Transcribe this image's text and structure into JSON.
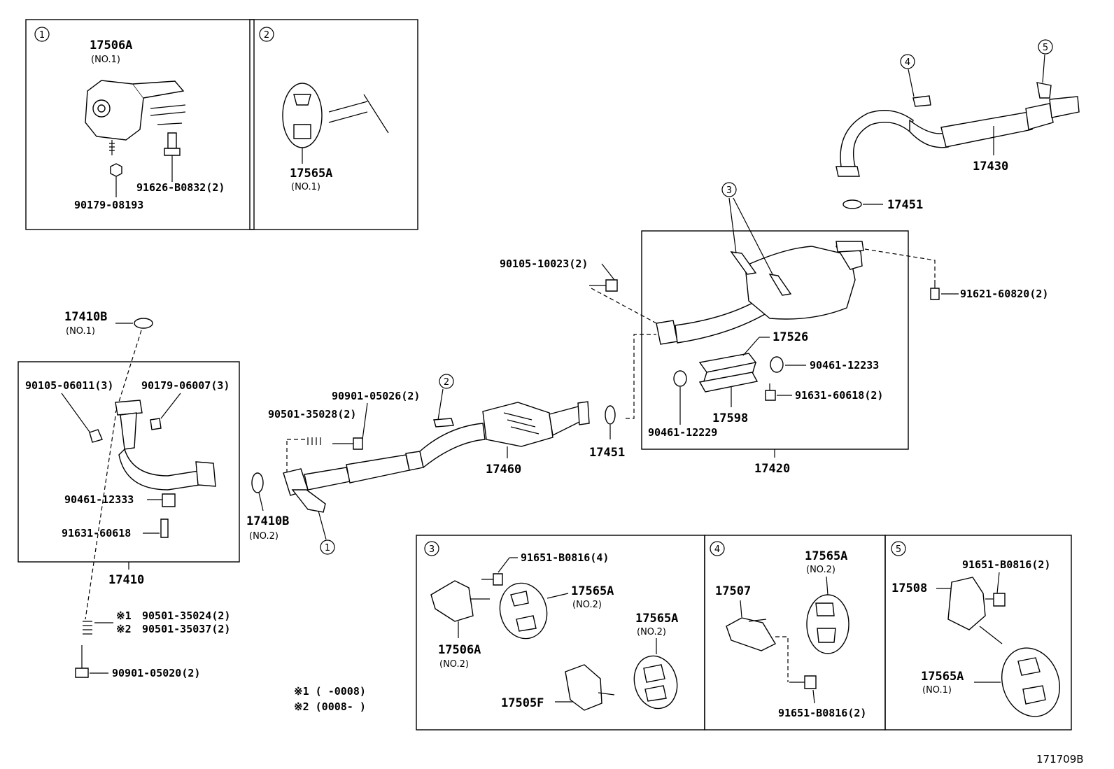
{
  "diagram_id": "171709B",
  "boxes": {
    "b1": {
      "ref": "1",
      "part": "17506A",
      "sub": "(NO.1)",
      "screw": "91626-B0832(2)",
      "nut": "90179-08193"
    },
    "b2": {
      "ref": "2",
      "part": "17565A",
      "sub": "(NO.1)"
    },
    "b3": {
      "ref": "3",
      "bolt": "91651-B0816(4)",
      "part_a": "17565A",
      "part_a_sub": "(NO.2)",
      "bracket": "17506A",
      "bracket_sub": "(NO.2)",
      "part_b": "17565A",
      "part_b_sub": "(NO.2)",
      "bracket2": "17505F"
    },
    "b4": {
      "ref": "4",
      "bracket": "17507",
      "part": "17565A",
      "part_sub": "(NO.2)",
      "bolt": "91651-B0816(2)"
    },
    "b5": {
      "ref": "5",
      "bracket": "17508",
      "bolt": "91651-B0816(2)",
      "part": "17565A",
      "part_sub": "(NO.1)"
    }
  },
  "front_pipe": {
    "assembly": "17410",
    "gasket_top": "17410B",
    "gasket_top_sub": "(NO.1)",
    "bolt": "90105-06011(3)",
    "nut": "90179-06007(3)",
    "clamp": "90461-12333",
    "screw": "91631-60618",
    "spring1_mark": "※1",
    "spring1": "90501-35024(2)",
    "spring2_mark": "※2",
    "spring2": "90501-35037(2)",
    "stud": "90901-05020(2)",
    "note1": "※1 (      -0008)",
    "note2": "※2 (0008-      )"
  },
  "center_pipe": {
    "part": "17460",
    "gasket": "17410B",
    "gasket_sub": "(NO.2)",
    "spring": "90501-35028(2)",
    "bolt": "90901-05026(2)",
    "ref_hanger": "2",
    "ref_bracket": "1"
  },
  "tail_pipe": {
    "assembly": "17420",
    "gasket": "17451",
    "bolt_top": "90105-10023(2)",
    "bolt_right": "91621-60820(2)",
    "heat_insulator": "17526",
    "insulator_lower": "17598",
    "clamp_right": "90461-12233",
    "clamp_left": "90461-12229",
    "screw": "91631-60618(2)",
    "ref_hangers": "3"
  },
  "tail_end": {
    "part": "17430",
    "gasket": "17451",
    "ref_a": "4",
    "ref_b": "5"
  }
}
